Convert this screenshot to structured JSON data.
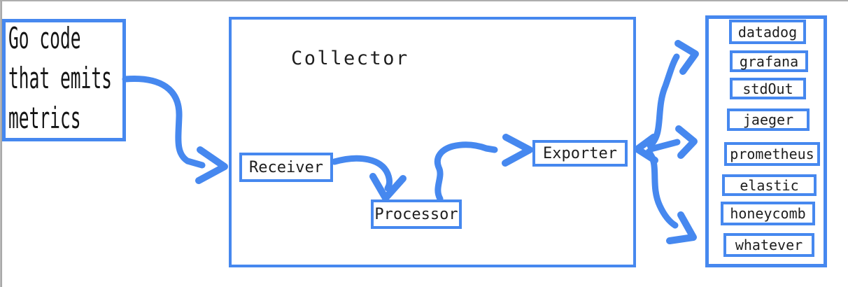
{
  "colors": {
    "accent": "#4688ef",
    "ink": "#1e1e1e",
    "window_edge": "#b6b6b6"
  },
  "source_box": {
    "lines": [
      "Go code",
      "that emits",
      "metrics"
    ]
  },
  "collector": {
    "title": "Collector",
    "stages": [
      {
        "label": "Receiver"
      },
      {
        "label": "Processor"
      },
      {
        "label": "Exporter"
      }
    ]
  },
  "destinations": {
    "items": [
      {
        "label": "datadog"
      },
      {
        "label": "grafana"
      },
      {
        "label": "stdOut"
      },
      {
        "label": "jaeger"
      },
      {
        "label": "prometheus"
      },
      {
        "label": "elastic"
      },
      {
        "label": "honeycomb"
      },
      {
        "label": "whatever"
      }
    ]
  }
}
